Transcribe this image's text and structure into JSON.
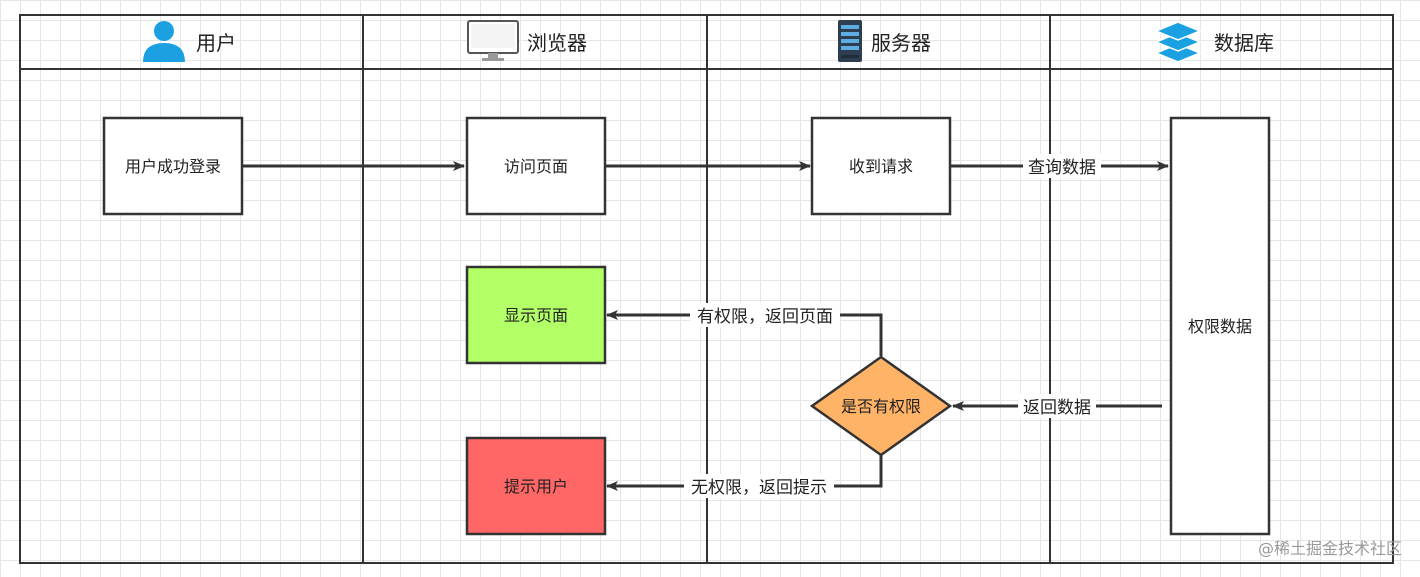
{
  "lanes": [
    {
      "label": "用户",
      "icon": "user-icon"
    },
    {
      "label": "浏览器",
      "icon": "monitor-icon"
    },
    {
      "label": "服务器",
      "icon": "server-icon"
    },
    {
      "label": "数据库",
      "icon": "database-layers-icon"
    }
  ],
  "nodes": {
    "login": {
      "text": "用户成功登录",
      "fill": "#ffffff"
    },
    "visit": {
      "text": "访问页面",
      "fill": "#ffffff"
    },
    "receive": {
      "text": "收到请求",
      "fill": "#ffffff"
    },
    "permdata": {
      "text": "权限数据",
      "fill": "#ffffff"
    },
    "show": {
      "text": "显示页面",
      "fill": "#b3ff66"
    },
    "notify": {
      "text": "提示用户",
      "fill": "#ff6666"
    },
    "decision": {
      "text": "是否有权限",
      "fill": "#ffb366"
    }
  },
  "edges": {
    "query": "查询数据",
    "returndata": "返回数据",
    "yes": "有权限，返回页面",
    "no": "无权限，返回提示"
  },
  "colors": {
    "border": "#333333",
    "user_icon": "#1ba1e2",
    "db_icon": "#1ba1e2",
    "grid": "#e6e6e6"
  },
  "watermark": "@稀土掘金技术社区"
}
